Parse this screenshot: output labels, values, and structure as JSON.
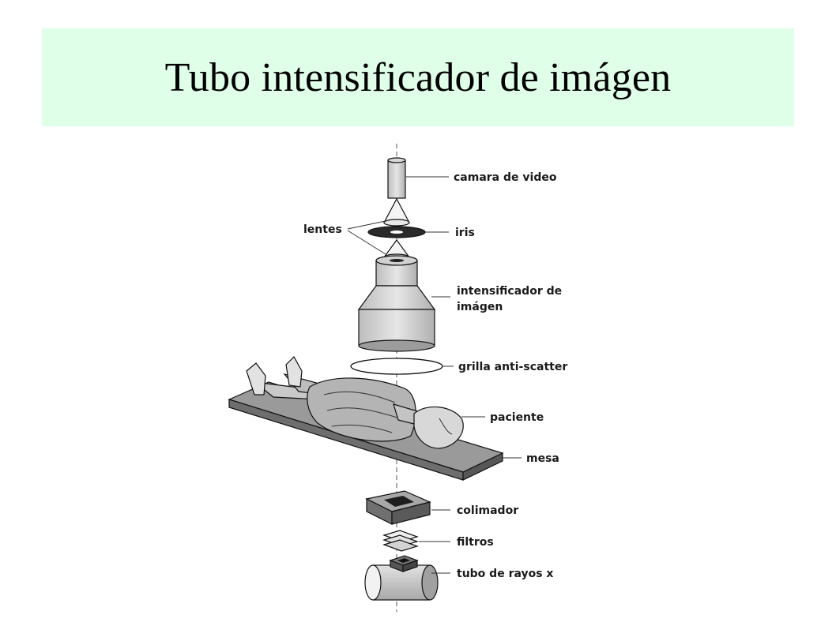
{
  "title": "Tubo intensificador de imágen",
  "labels": {
    "camara": "camara de video",
    "lentes": "lentes",
    "iris": "iris",
    "intensificador_1": "intensificador de",
    "intensificador_2": "imágen",
    "grilla": "grilla anti-scatter",
    "paciente": "paciente",
    "mesa": "mesa",
    "colimador": "colimador",
    "filtros": "filtros",
    "tubo": "tubo de rayos x"
  }
}
